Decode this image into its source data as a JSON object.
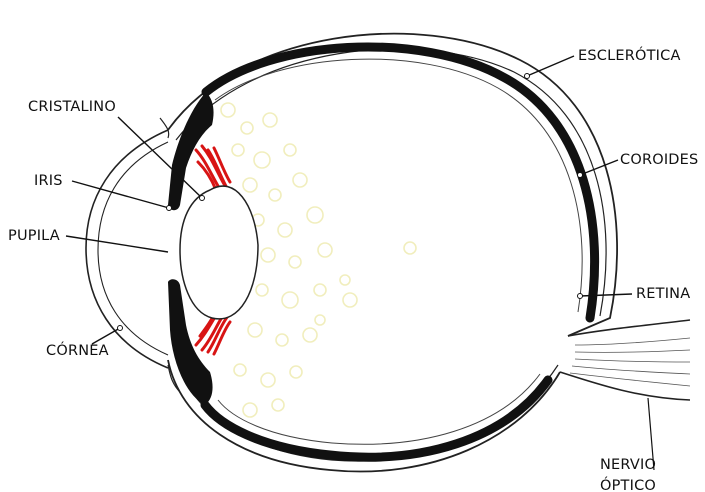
{
  "labels": {
    "esclerotica": "ESCLERÓTICA",
    "cristalino": "CRISTALINO",
    "coroides": "COROIDES",
    "iris": "IRIS",
    "pupila": "PUPILA",
    "retina": "RETINA",
    "cornea": "CÓRNEA",
    "nervio_line1": "NERVIO",
    "nervio_line2": "ÓPTICO"
  },
  "colors": {
    "background": "#ffffff",
    "outline": "#222222",
    "pigment": "#111111",
    "ciliary_muscle": "#d81414",
    "vitreous_dots": "#f3f1c8"
  }
}
